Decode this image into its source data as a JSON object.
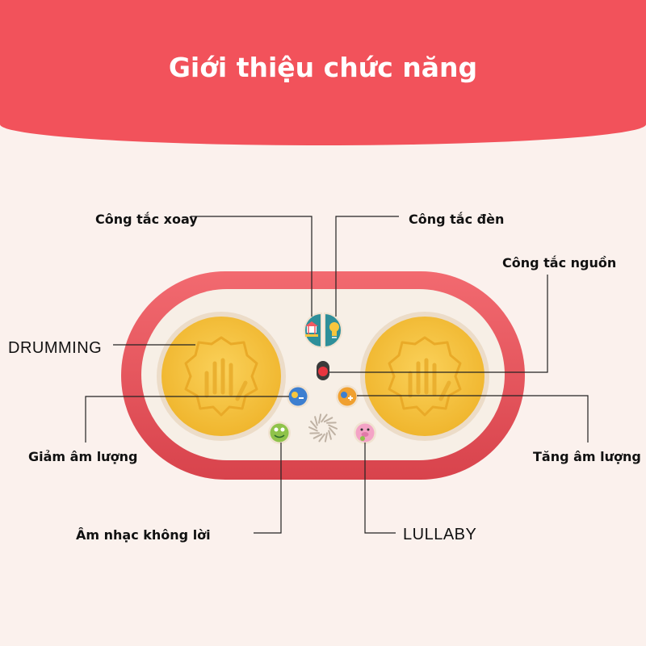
{
  "header": {
    "title": "Giới thiệu chức năng"
  },
  "labels": {
    "rotation_switch": "Công tắc xoay",
    "light_switch": "Công tắc đèn",
    "power_switch": "Công tắc nguồn",
    "drumming": "DRUMMING",
    "volume_down": "Giảm âm lượng",
    "volume_up": "Tăng âm lượng",
    "instrumental_music": "Âm nhạc không lời",
    "lullaby": "LULLABY"
  },
  "colors": {
    "header": "#f2525b",
    "toy_shell": "#e84f56",
    "toy_panel": "#f7efe6",
    "drum_pad": "#f7c63e",
    "button_teal": "#2e8f9a"
  },
  "icons": [
    "carousel-icon",
    "light-bulb-icon",
    "power-slider-icon",
    "volume-down-icon",
    "volume-up-icon",
    "frog-music-icon",
    "pig-lullaby-icon",
    "speaker-grille-icon",
    "hand-print-icon"
  ]
}
